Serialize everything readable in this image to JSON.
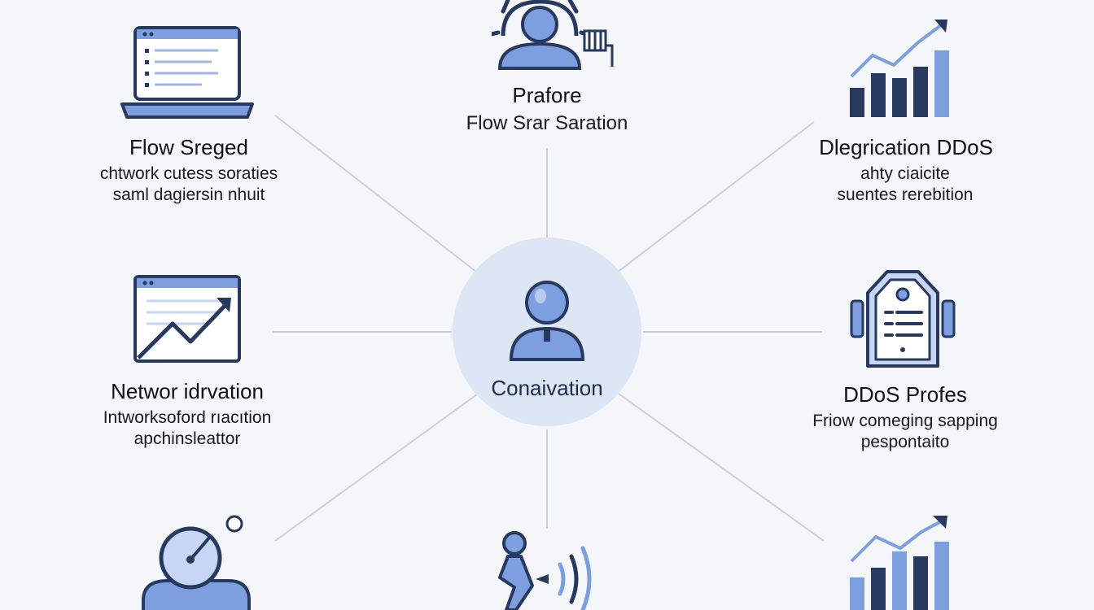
{
  "colors": {
    "background": "#f4f6f9",
    "connector": "#c9d0dc",
    "hub_fill": "#dde6f4",
    "icon_fill": "#7d9fe0",
    "icon_stroke": "#27395e",
    "icon_light": "#c6d6f4"
  },
  "center": {
    "label": "Conaivation",
    "icon": "user-icon"
  },
  "nodes": [
    {
      "id": "top-left",
      "icon": "laptop-icon",
      "title": "Flow Sreged",
      "lines": [
        "chtwork cutess soraties",
        "saml dagiersin nhuit"
      ]
    },
    {
      "id": "top",
      "icon": "user-gear-icon",
      "title": "Prafore",
      "lines": [
        "Flow Srar Saration"
      ]
    },
    {
      "id": "top-right",
      "icon": "bar-chart-icon",
      "title": "Dlegrication DDoS",
      "lines": [
        "ahty ciaicite",
        "suentes rerebition"
      ]
    },
    {
      "id": "left",
      "icon": "line-chart-window-icon",
      "title": "Networ idrvation",
      "lines": [
        "Intworksoford rıacıtion",
        "apchinsleattor"
      ]
    },
    {
      "id": "right",
      "icon": "document-tag-icon",
      "title": "DDoS Profes",
      "lines": [
        "Friow comeging sapping",
        "pespontaito"
      ]
    },
    {
      "id": "bottom-left",
      "icon": "gauge-icon",
      "title": "",
      "lines": []
    },
    {
      "id": "bottom",
      "icon": "signal-person-icon",
      "title": "",
      "lines": []
    },
    {
      "id": "bottom-right",
      "icon": "bar-chart-icon",
      "title": "",
      "lines": []
    }
  ]
}
